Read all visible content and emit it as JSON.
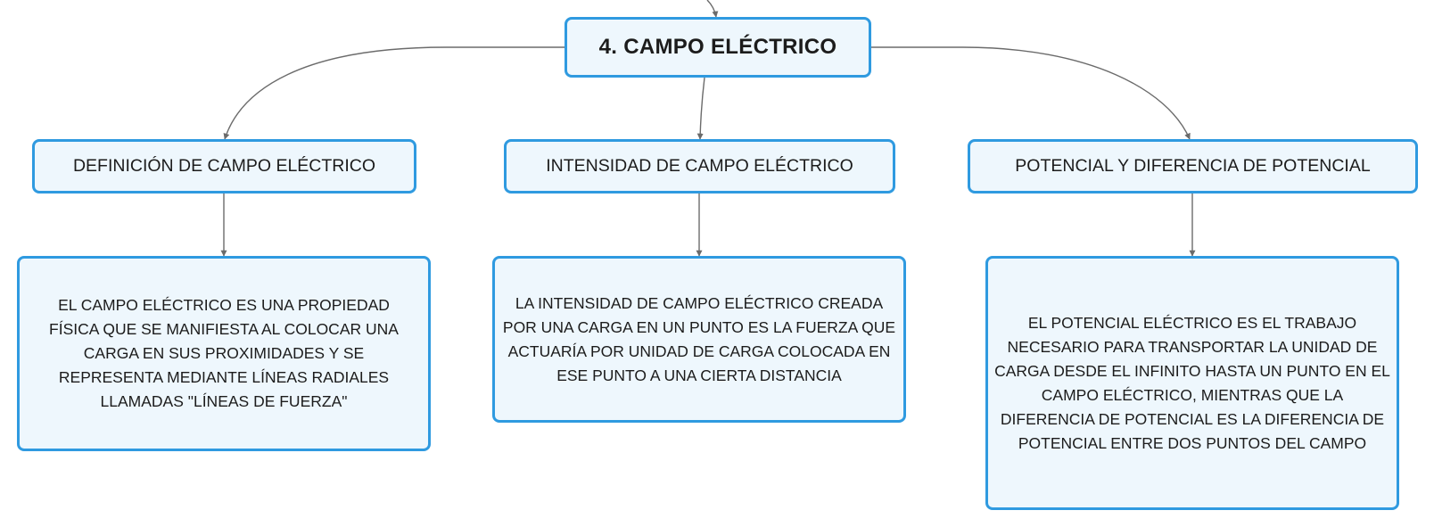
{
  "root": {
    "title": "4. CAMPO ELÉCTRICO"
  },
  "branches": [
    {
      "title": "DEFINICIÓN DE CAMPO ELÉCTRICO",
      "description": "EL CAMPO ELÉCTRICO ES UNA PROPIEDAD FÍSICA QUE SE MANIFIESTA AL COLOCAR UNA CARGA EN SUS PROXIMIDADES Y SE REPRESENTA MEDIANTE LÍNEAS RADIALES LLAMADAS \"LÍNEAS DE FUERZA\""
    },
    {
      "title": "INTENSIDAD DE CAMPO ELÉCTRICO",
      "description": "LA INTENSIDAD DE CAMPO ELÉCTRICO CREADA POR UNA CARGA EN UN PUNTO ES LA FUERZA QUE ACTUARÍA POR UNIDAD DE CARGA COLOCADA EN ESE PUNTO A UNA CIERTA DISTANCIA"
    },
    {
      "title": "POTENCIAL Y DIFERENCIA DE POTENCIAL",
      "description": "EL POTENCIAL ELÉCTRICO ES EL TRABAJO NECESARIO PARA TRANSPORTAR LA UNIDAD DE CARGA DESDE EL INFINITO HASTA UN PUNTO EN EL CAMPO ELÉCTRICO, MIENTRAS QUE LA DIFERENCIA DE POTENCIAL ES LA DIFERENCIA DE POTENCIAL ENTRE DOS PUNTOS DEL CAMPO"
    }
  ],
  "colors": {
    "node_border": "#2f9ae0",
    "node_fill": "#eef7fd",
    "connector": "#6b6b6b",
    "text": "#1c1c1c"
  }
}
